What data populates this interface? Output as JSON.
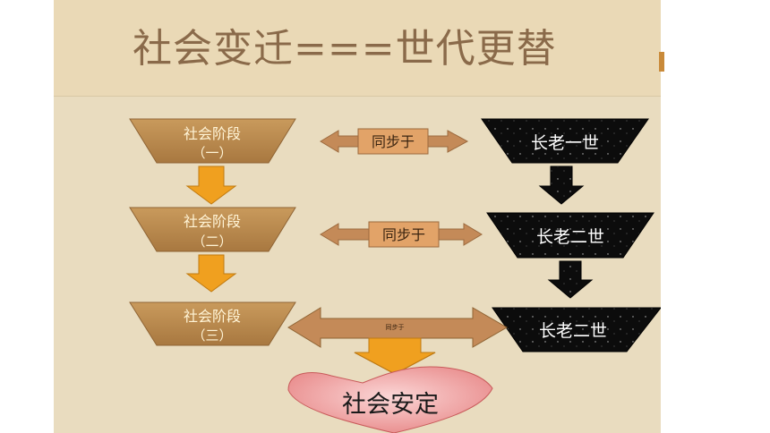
{
  "title": "社会变迁===世代更替",
  "stages": [
    {
      "name": "社会阶段",
      "num": "（一）"
    },
    {
      "name": "社会阶段",
      "num": "（二）"
    },
    {
      "name": "社会阶段",
      "num": "（三）"
    }
  ],
  "sync_labels": [
    "同步于",
    "同步于",
    "同步于"
  ],
  "elders": [
    "长老一世",
    "长老二世",
    "长老二世"
  ],
  "result": "社会安定",
  "colors": {
    "stage_fill": "#b9884e",
    "stage_text": "#fff4d6",
    "arrow_orange": "#f0a01f",
    "sync_arrow": "#c48a58",
    "elder_fill": "#0c0c0c",
    "heart_fill": "#f2a0a0"
  }
}
